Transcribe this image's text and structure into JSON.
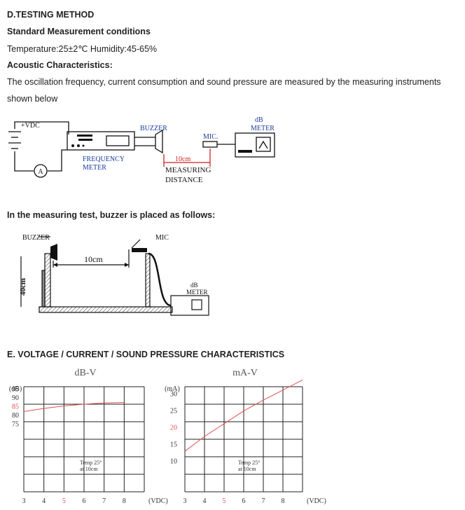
{
  "sections": {
    "testing": {
      "heading": "D.TESTING METHOD",
      "sub1": "Standard Measurement conditions",
      "conditions": "Temperature:25±2℃  Humidity:45-65%",
      "sub2": "Acoustic Characteristics:",
      "para_line1": "The oscillation frequency, current consumption and sound pressure are measured by the measuring instruments",
      "para_line2": "shown below"
    },
    "setup1": {
      "vdc": "+VDC",
      "buzzer": "BUZZER",
      "mic": "MIC.",
      "db": "dB",
      "meter": "METER",
      "freq1": "FREQUENCY",
      "freq2": "METER",
      "distance": "10cm",
      "measuring1": "MEASURING",
      "measuring2": "DISTANCE",
      "ammeter": "A"
    },
    "setup2": {
      "heading": "In the measuring test, buzzer is placed as follows:",
      "buzzer": "BUZZER",
      "mic": "MIC",
      "distance": "10cm",
      "height": "40cm",
      "db": "dB",
      "meter": "METER"
    },
    "characteristics": {
      "heading": "E. VOLTAGE / CURRENT / SOUND PRESSURE CHARACTERISTICS"
    }
  },
  "chart_data": [
    {
      "type": "line",
      "title": "dB-V",
      "ylabel": "(dB)",
      "xlabel": "(VDC)",
      "x_ticks": [
        "3",
        "4",
        "5",
        "6",
        "7",
        "8"
      ],
      "y_ticks": [
        "95",
        "90",
        "85",
        "80",
        "75"
      ],
      "highlight_x": "5",
      "highlight_y": "85",
      "annotation": [
        "Temp 25°",
        "at 10cm"
      ],
      "series": [
        {
          "points": [
            [
              3,
              81.8
            ],
            [
              4,
              83.6
            ],
            [
              5,
              85.0
            ],
            [
              6,
              86.0
            ],
            [
              7,
              86.7
            ],
            [
              8,
              87.0
            ]
          ],
          "color": "#e05050"
        }
      ]
    },
    {
      "type": "line",
      "title": "mA-V",
      "ylabel": "(mA)",
      "xlabel": "(VDC)",
      "x_ticks": [
        "3",
        "4",
        "5",
        "6",
        "7",
        "8"
      ],
      "y_ticks": [
        "30",
        "25",
        "20",
        "15",
        "10"
      ],
      "highlight_x": "5",
      "highlight_y": "20",
      "annotation": [
        "Temp 25°",
        "at 10cm"
      ],
      "series": [
        {
          "points": [
            [
              3,
              12.8
            ],
            [
              4,
              17.2
            ],
            [
              5,
              21.0
            ],
            [
              6,
              24.8
            ],
            [
              7,
              28.0
            ],
            [
              8,
              31.0
            ],
            [
              9,
              34.0
            ]
          ],
          "color": "#e05050"
        }
      ]
    }
  ]
}
